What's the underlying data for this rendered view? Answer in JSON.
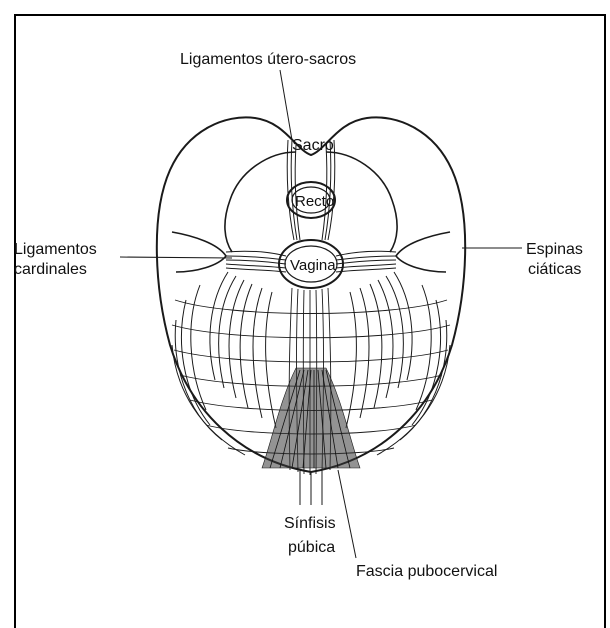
{
  "labels": {
    "uterosacral": "Ligamentos útero-sacros",
    "sacrum": "Sacro",
    "rectum": "Recto",
    "vagina": "Vagina",
    "cardinal_line1": "Ligamentos",
    "cardinal_line2": "cardinales",
    "spines_line1": "Espinas",
    "spines_line2": "ciáticas",
    "symphysis_line1": "Sínfisis",
    "symphysis_line2": "púbica",
    "pubocervical_fascia": "Fascia pubocervical"
  },
  "colors": {
    "ink": "#1a1a1a",
    "shading": "#3a3a3a",
    "background": "#ffffff"
  }
}
